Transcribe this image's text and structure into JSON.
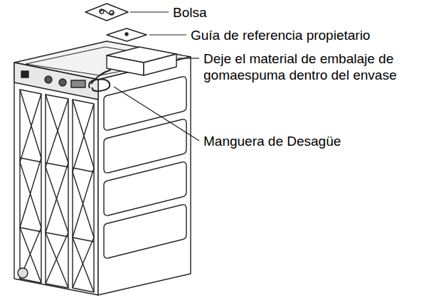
{
  "diagram": {
    "labels": [
      "Bolsa",
      "Guía de referencia propietario",
      "Deje el material de embalaje de gomaespuma dentro del envase",
      "Manguera de Desagüe"
    ]
  }
}
